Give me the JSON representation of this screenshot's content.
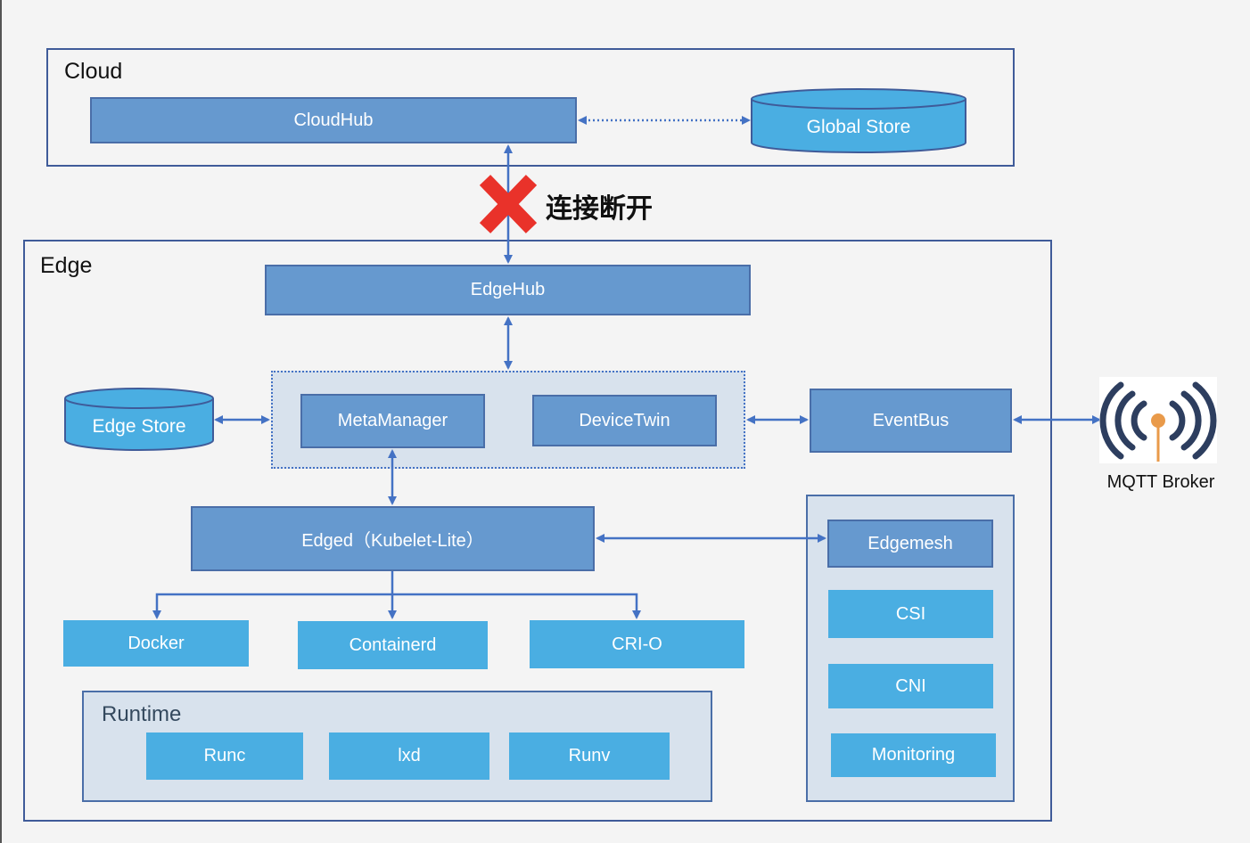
{
  "cloud": {
    "label": "Cloud",
    "cloudhub": "CloudHub",
    "global_store": "Global Store"
  },
  "disconnect": {
    "label": "连接断开"
  },
  "edge": {
    "label": "Edge",
    "edgehub": "EdgeHub",
    "edge_store": "Edge Store",
    "metamanager": "MetaManager",
    "devicetwin": "DeviceTwin",
    "eventbus": "EventBus",
    "edged": "Edged（Kubelet-Lite）",
    "cri": [
      "Docker",
      "Containerd",
      "CRI-O"
    ],
    "runtime": {
      "label": "Runtime",
      "items": [
        "Runc",
        "lxd",
        "Runv"
      ]
    },
    "addons": [
      "Edgemesh",
      "CSI",
      "CNI",
      "Monitoring"
    ]
  },
  "mqtt": {
    "label": "MQTT Broker"
  },
  "colors": {
    "frame": "#3f5b99",
    "dark_box": "#6699cf",
    "light_box": "#4aaee2",
    "panel": "#d8e2ed",
    "arrow": "#4472c4",
    "cross": "#e9322a",
    "mqtt_icon": "#2d3e5f",
    "mqtt_pin": "#e99a4a"
  },
  "icons": [
    "disconnect-cross-icon",
    "mqtt-broadcast-icon"
  ]
}
